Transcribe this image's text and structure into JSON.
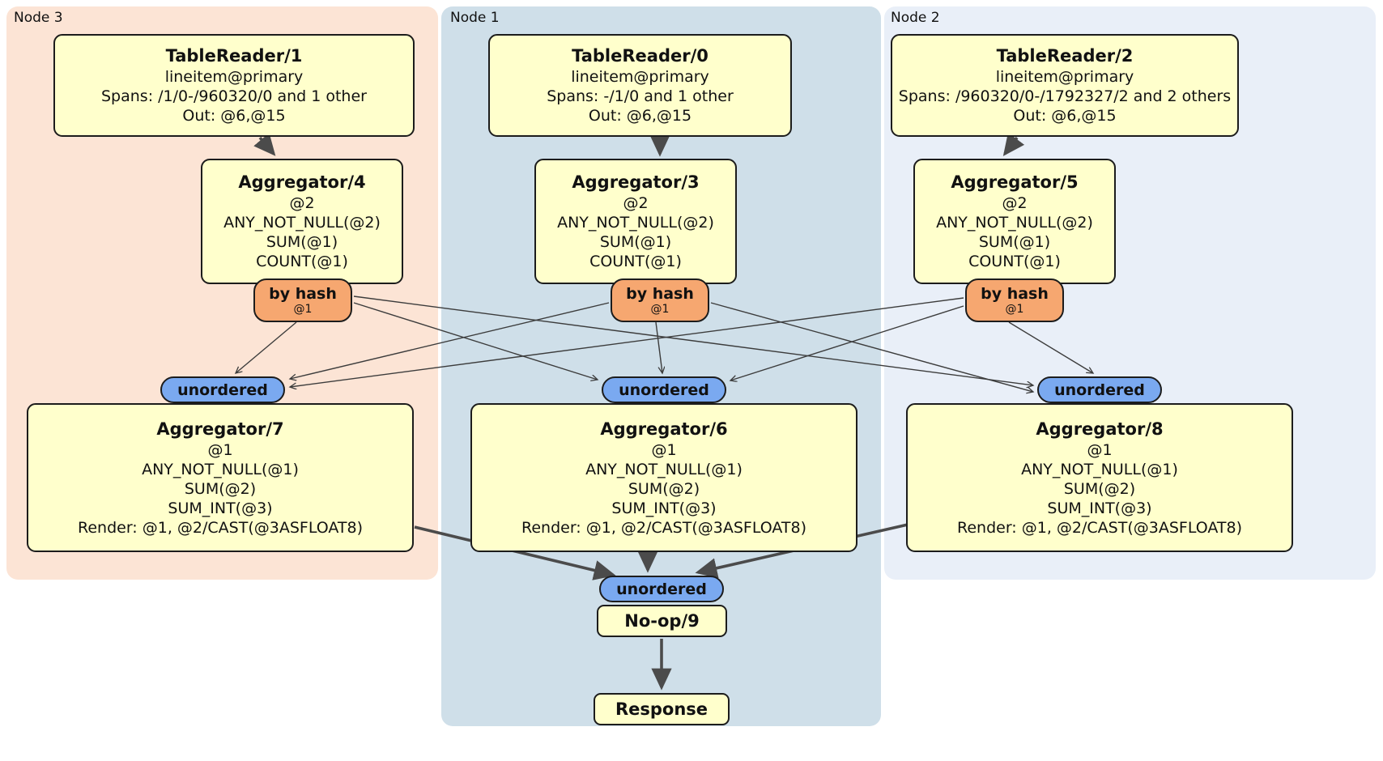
{
  "regions": {
    "node3": {
      "label": "Node 3"
    },
    "node1": {
      "label": "Node 1"
    },
    "node2": {
      "label": "Node 2"
    }
  },
  "processors": {
    "tr1": {
      "title": "TableReader/1",
      "lines": [
        "lineitem@primary",
        "Spans: /1/0-/960320/0 and 1 other",
        "Out: @6,@15"
      ]
    },
    "tr0": {
      "title": "TableReader/0",
      "lines": [
        "lineitem@primary",
        "Spans: -/1/0 and 1 other",
        "Out: @6,@15"
      ]
    },
    "tr2": {
      "title": "TableReader/2",
      "lines": [
        "lineitem@primary",
        "Spans: /960320/0-/1792327/2 and 2 others",
        "Out: @6,@15"
      ]
    },
    "agg4": {
      "title": "Aggregator/4",
      "lines": [
        "@2",
        "ANY_NOT_NULL(@2)",
        "SUM(@1)",
        "COUNT(@1)"
      ]
    },
    "agg3": {
      "title": "Aggregator/3",
      "lines": [
        "@2",
        "ANY_NOT_NULL(@2)",
        "SUM(@1)",
        "COUNT(@1)"
      ]
    },
    "agg5": {
      "title": "Aggregator/5",
      "lines": [
        "@2",
        "ANY_NOT_NULL(@2)",
        "SUM(@1)",
        "COUNT(@1)"
      ]
    },
    "agg7": {
      "title": "Aggregator/7",
      "lines": [
        "@1",
        "ANY_NOT_NULL(@1)",
        "SUM(@2)",
        "SUM_INT(@3)",
        "Render: @1, @2/CAST(@3ASFLOAT8)"
      ]
    },
    "agg6": {
      "title": "Aggregator/6",
      "lines": [
        "@1",
        "ANY_NOT_NULL(@1)",
        "SUM(@2)",
        "SUM_INT(@3)",
        "Render: @1, @2/CAST(@3ASFLOAT8)"
      ]
    },
    "agg8": {
      "title": "Aggregator/8",
      "lines": [
        "@1",
        "ANY_NOT_NULL(@1)",
        "SUM(@2)",
        "SUM_INT(@3)",
        "Render: @1, @2/CAST(@3ASFLOAT8)"
      ]
    },
    "noop9": {
      "title": "No-op/9"
    },
    "response": {
      "title": "Response"
    }
  },
  "routers": {
    "hash_node3": {
      "label": "by hash",
      "key": "@1"
    },
    "hash_node1": {
      "label": "by hash",
      "key": "@1"
    },
    "hash_node2": {
      "label": "by hash",
      "key": "@1"
    }
  },
  "syncs": {
    "unordered_node3": {
      "label": "unordered"
    },
    "unordered_node1": {
      "label": "unordered"
    },
    "unordered_node2": {
      "label": "unordered"
    },
    "unordered_final": {
      "label": "unordered"
    }
  },
  "colors": {
    "node3_bg": "#fce4d5",
    "node1_bg": "#cfdfe9",
    "node2_bg": "#e9eff8",
    "box_fill": "#ffffcc",
    "router_fill": "#f6a770",
    "sync_fill": "#7aa9f0",
    "edge": "#4b4b4b"
  }
}
